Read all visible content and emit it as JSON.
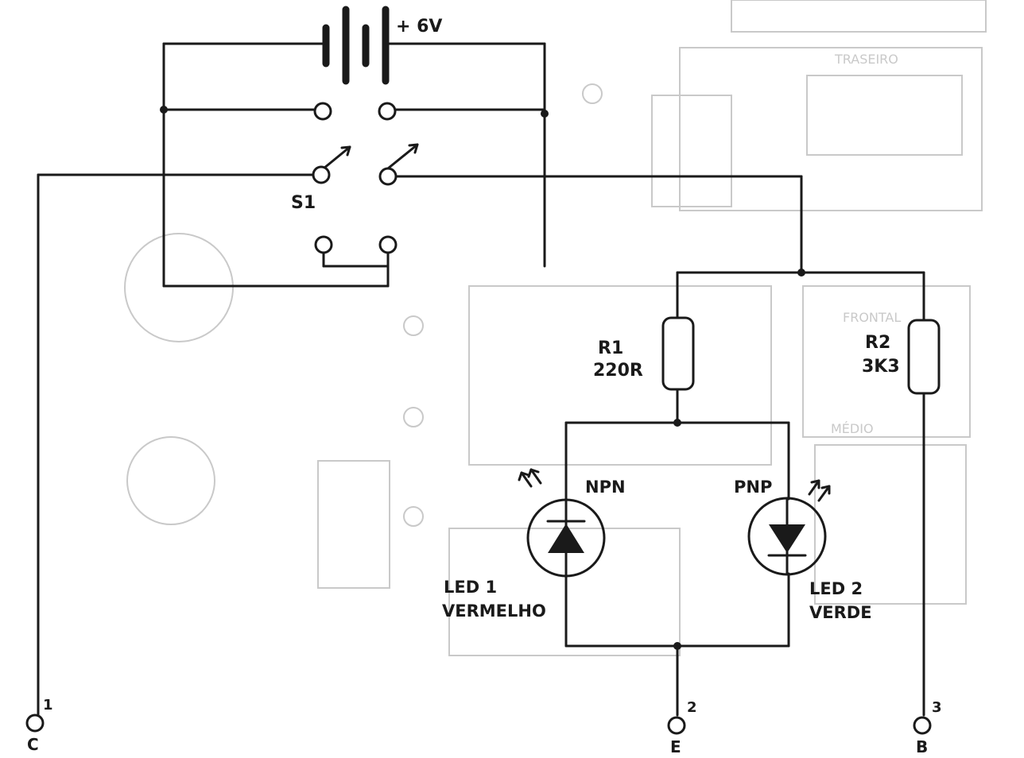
{
  "schematic": {
    "battery": {
      "voltage_label": "+ 6V"
    },
    "switch": {
      "label": "S1"
    },
    "resistors": [
      {
        "ref": "R1",
        "value": "220R"
      },
      {
        "ref": "R2",
        "value": "3K3"
      }
    ],
    "leds": [
      {
        "type_label": "NPN",
        "name": "LED 1",
        "color": "VERMELHO"
      },
      {
        "type_label": "PNP",
        "name": "LED 2",
        "color": "VERDE"
      }
    ],
    "terminals": [
      {
        "number": "1",
        "letter": "C"
      },
      {
        "number": "2",
        "letter": "E"
      },
      {
        "number": "3",
        "letter": "B"
      }
    ]
  }
}
